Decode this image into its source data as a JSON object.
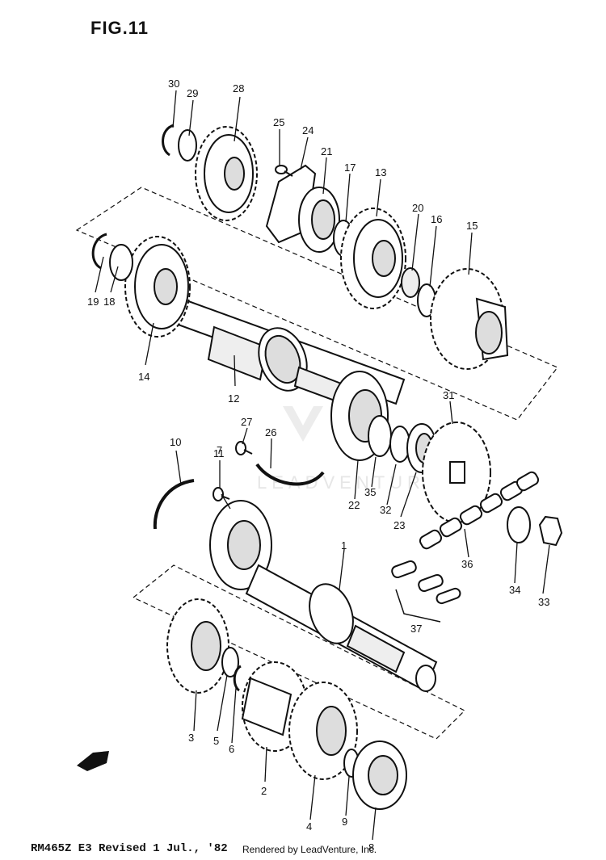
{
  "figure": {
    "title": "FIG.11"
  },
  "footer": {
    "model_revision": "RM465Z E3 Revised 1 Jul., '82",
    "rendered_by": "Rendered by LeadVenture, Inc."
  },
  "watermark": {
    "text": "LEADVENTURE"
  },
  "callouts": {
    "c1": "1",
    "c2": "2",
    "c3": "3",
    "c4": "4",
    "c5": "5",
    "c6": "6",
    "c7": "7",
    "c8": "8",
    "c9": "9",
    "c10": "10",
    "c11": "11",
    "c12": "12",
    "c13": "13",
    "c14": "14",
    "c15": "15",
    "c16": "16",
    "c17": "17",
    "c18": "18",
    "c19": "19",
    "c20": "20",
    "c21": "21",
    "c22": "22",
    "c23": "23",
    "c24": "24",
    "c25": "25",
    "c26": "26",
    "c27": "27",
    "c28": "28",
    "c29": "29",
    "c30": "30",
    "c31": "31",
    "c32": "32",
    "c33": "33",
    "c34": "34",
    "c35": "35",
    "c36": "36",
    "c37": "37"
  },
  "colors": {
    "ink": "#111111",
    "watermark": "#e6e6e6"
  }
}
